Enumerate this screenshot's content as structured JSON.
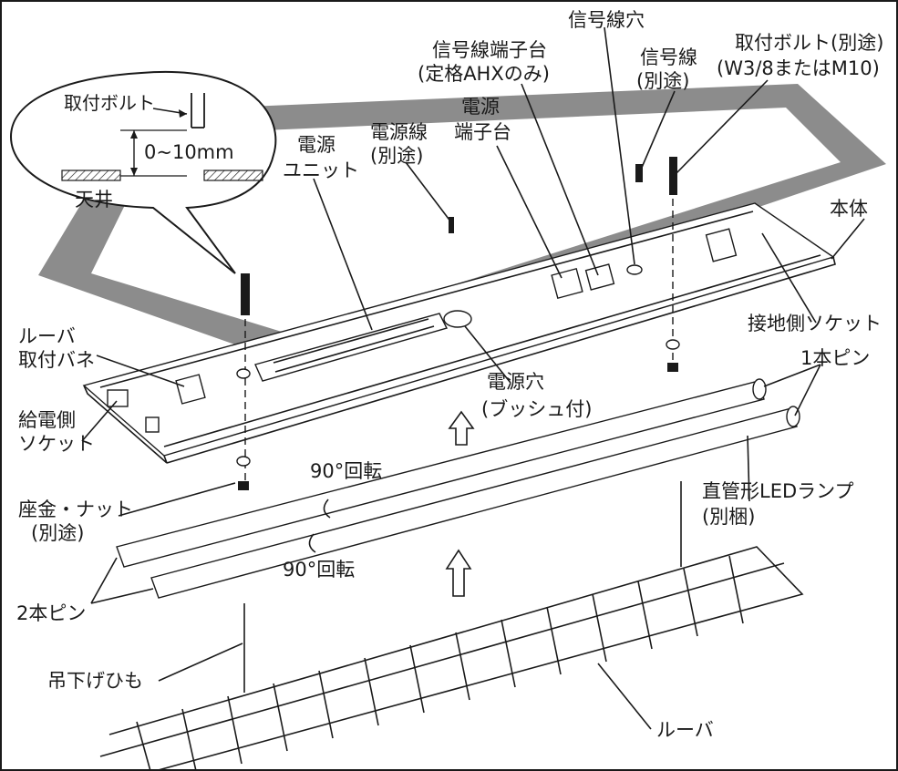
{
  "labels": {
    "signal_hole": "信号線穴",
    "mount_bolt_sep": "取付ボルト(別途)",
    "mount_bolt_spec": "(W3/8またはM10)",
    "signal_terminal_1": "信号線端子台",
    "signal_terminal_2": "(定格AHXのみ)",
    "signal_wire_1": "信号線",
    "signal_wire_2": "(別途)",
    "power_terminal_1": "電源",
    "power_terminal_2": "端子台",
    "power_wire_1": "電源線",
    "power_wire_2": "(別途)",
    "power_unit_1": "電源",
    "power_unit_2": "ユニット",
    "body": "本体",
    "ground_socket": "接地側ソケット",
    "louver_spring_1": "ルーバ",
    "louver_spring_2": "取付バネ",
    "feed_socket_1": "給電側",
    "feed_socket_2": "ソケット",
    "power_hole_1": "電源穴",
    "power_hole_2": "(ブッシュ付)",
    "one_pin": "1本ピン",
    "rotate_upper": "90°回転",
    "rotate_lower": "90°回転",
    "washer_nut_1": "座金・ナット",
    "washer_nut_2": "(別途)",
    "led_lamp_1": "直管形LEDランプ",
    "led_lamp_2": "(別梱)",
    "two_pin": "2本ピン",
    "hanging_cord": "吊下げひも",
    "louver": "ルーバ"
  },
  "callout": {
    "bolt": "取付ボルト",
    "range": "0~10mm",
    "ceiling": "天井"
  },
  "colors": {
    "line": "#1a1a1a",
    "ceiling_frame": "#8c8c8c",
    "background": "#ffffff"
  }
}
